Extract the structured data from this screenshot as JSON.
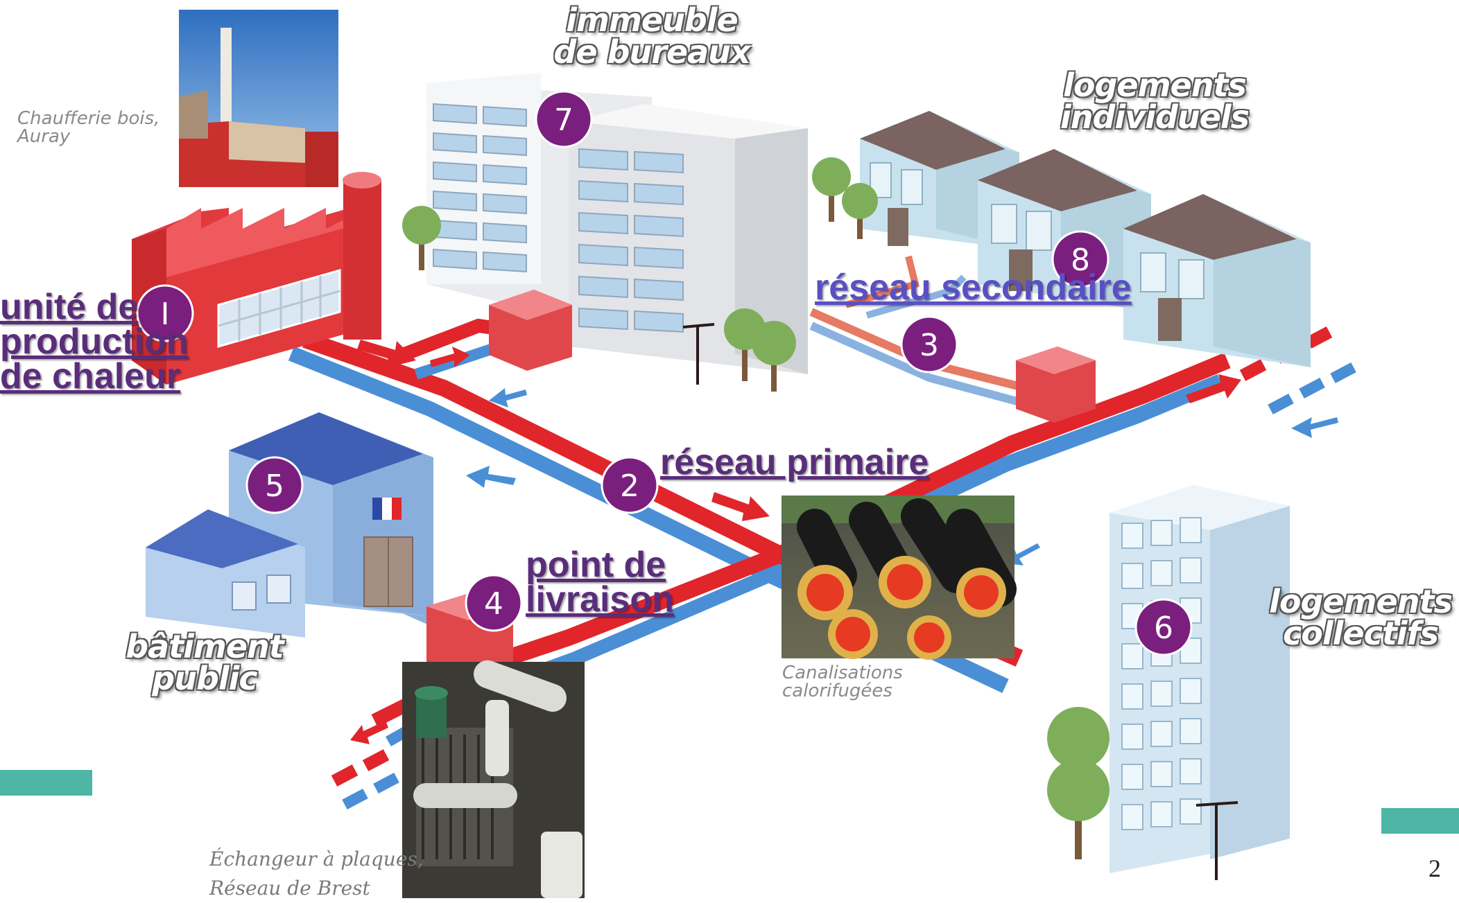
{
  "labels": {
    "immeuble": "immeuble\nde bureaux",
    "logements_individuels": "logements\nindividuels",
    "logements_collectifs": "logements\ncollectifs",
    "batiment_public": "bâtiment\npublic"
  },
  "links": {
    "unite_production": "unité de\nproduction\nde chaleur",
    "reseau_secondaire": "réseau secondaire",
    "reseau_primaire": "réseau primaire",
    "point_livraison": "point de\nlivraison"
  },
  "badges": {
    "b1": "I",
    "b2": "2",
    "b3": "3",
    "b4": "4",
    "b5": "5",
    "b6": "6",
    "b7": "7",
    "b8": "8"
  },
  "captions": {
    "chaufferie": "Chaufferie bois,\nAuray",
    "canalisations": "Canalisations\ncalorifugées",
    "echangeur": "Échangeur à plaques,\nRéseau de Brest"
  },
  "page_number": "2",
  "colors": {
    "pipe_hot": "#e0262b",
    "pipe_cold": "#4a8fd6",
    "badge": "#7b1f7e",
    "link_primary": "#5a2d7a",
    "link_secondary": "#5a4fc4",
    "accent_bar": "#4db6a5"
  }
}
